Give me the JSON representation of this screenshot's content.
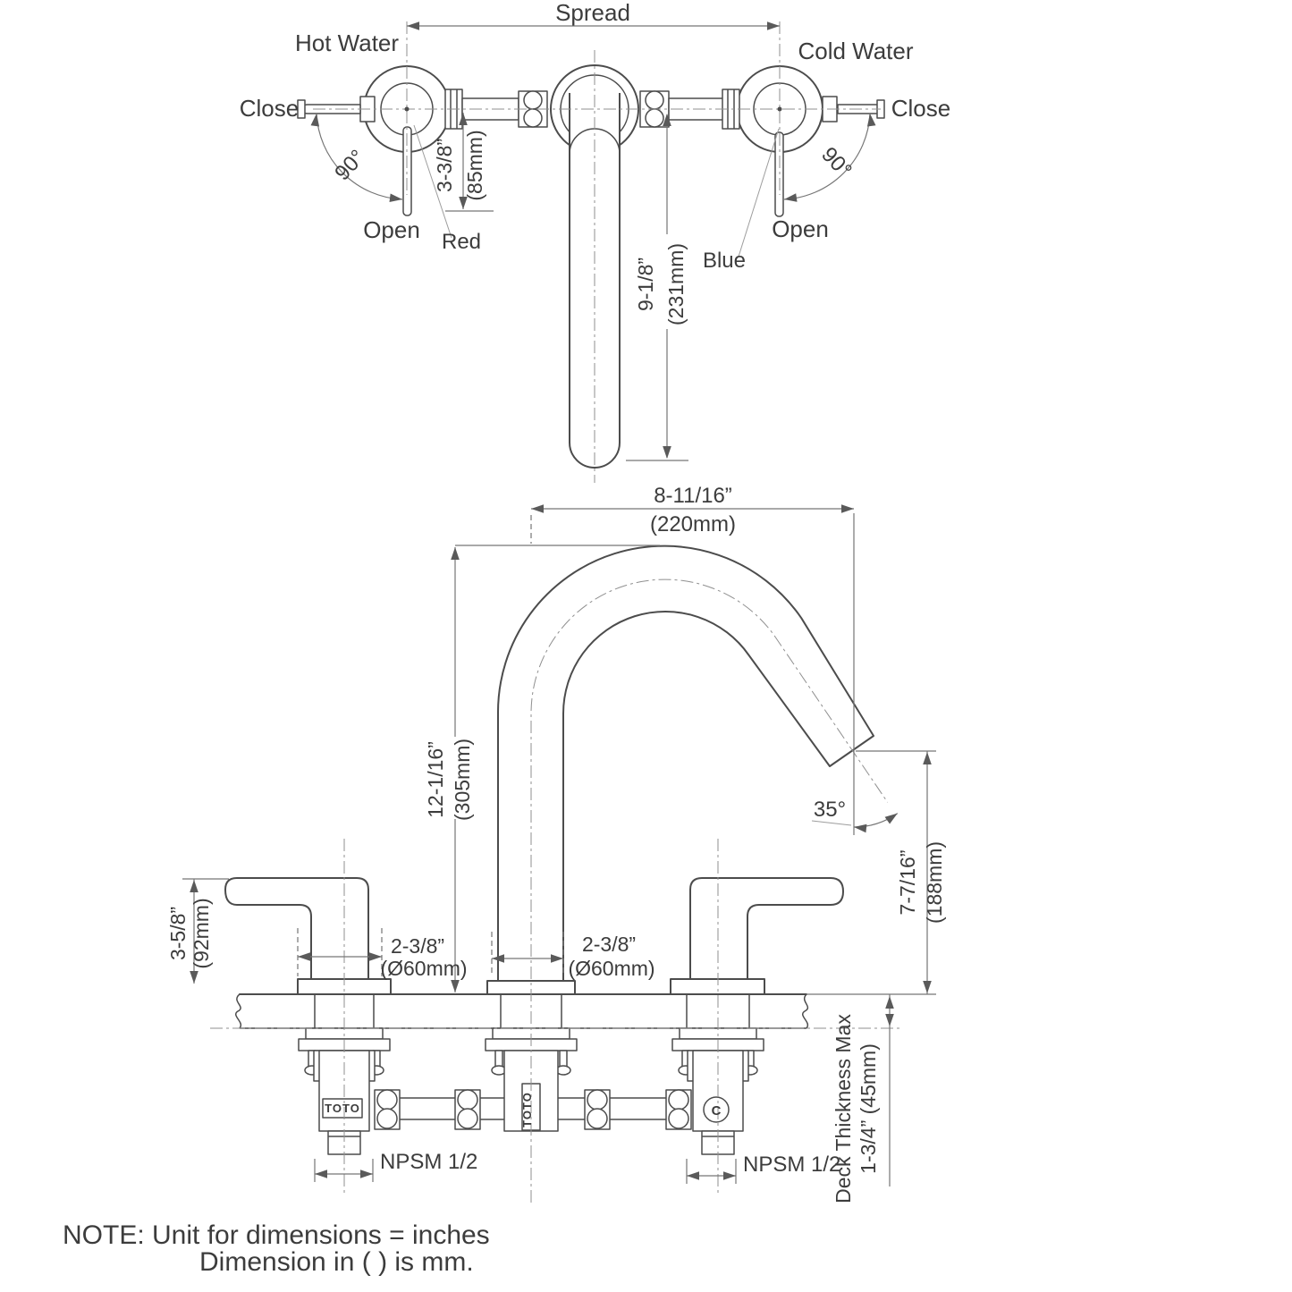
{
  "colors": {
    "object_line": "#4c4c4c",
    "dimension_line": "#767676",
    "centerline": "#8f8f8f",
    "text": "#3c3c3c",
    "background": "#ffffff"
  },
  "top_view": {
    "spread_label": "Spread",
    "hot_water_label": "Hot Water",
    "cold_water_label": "Cold Water",
    "hot_close_label": "Close",
    "hot_open_label": "Open",
    "hot_angle": "90°",
    "hot_indicator": "Red",
    "cold_close_label": "Close",
    "cold_open_label": "Open",
    "cold_angle": "90°",
    "cold_indicator": "Blue",
    "handle_length_in": "3-3/8”",
    "handle_length_mm": "(85mm)",
    "spout_length_in": "9-1/8”",
    "spout_length_mm": "(231mm)"
  },
  "front_view": {
    "spout_reach_in": "8-11/16”",
    "spout_reach_mm": "(220mm)",
    "spout_height_in": "12-1/16”",
    "spout_height_mm": "(305mm)",
    "handle_height_in": "3-5/8”",
    "handle_height_mm": "(92mm)",
    "left_escutcheon_in": "2-3/8”",
    "left_escutcheon_mm": "(Ø60mm)",
    "center_escutcheon_in": "2-3/8”",
    "center_escutcheon_mm": "(Ø60mm)",
    "outlet_angle": "35°",
    "outlet_height_in": "7-7/16”",
    "outlet_height_mm": "(188mm)",
    "deck_thickness_line1": "Deck Thickness Max",
    "deck_thickness_line2": "1-3/4” (45mm)",
    "npsm_left": "NPSM 1/2",
    "npsm_right": "NPSM 1/2",
    "brand_left": "TOTO",
    "brand_center": "TOTO",
    "cold_valve_mark": "C"
  },
  "note": {
    "line1": "NOTE: Unit for dimensions = inches",
    "line2": "Dimension in ( ) is mm."
  }
}
